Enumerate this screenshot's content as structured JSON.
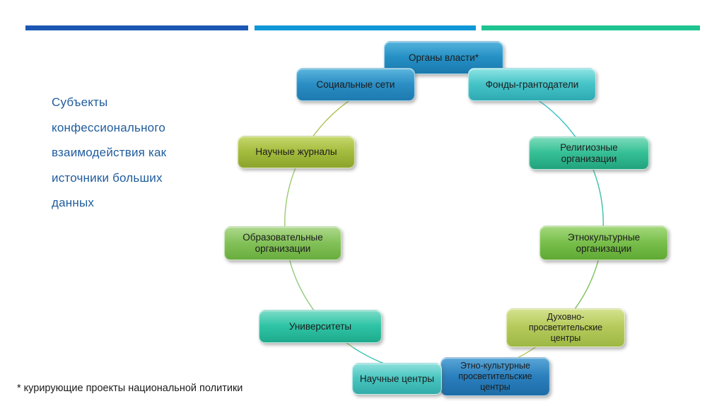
{
  "slide": {
    "background": "#ffffff",
    "top_bars": [
      {
        "name": "bar-dark-blue",
        "color": "#1c57b5"
      },
      {
        "name": "bar-light-blue",
        "color": "#0f97d7"
      },
      {
        "name": "bar-green",
        "color": "#1ec48f"
      }
    ],
    "title": {
      "color": "#1f5c9d",
      "line1": "Субъекты",
      "line2": "конфессионального",
      "line3": "взаимодействия как",
      "line4": "источники больших",
      "line5": "данных"
    },
    "footnote": "* курирующие проекты национальной политики"
  },
  "diagram": {
    "text_color": "#1c1c1c",
    "nodes": [
      {
        "id": "organy-vlasti",
        "label": "Органы власти*",
        "color_top": "#55b3dc",
        "color_main": "#2590c5",
        "color_bottom": "#1a79ad"
      },
      {
        "id": "socialnye-seti",
        "label": "Социальные сети",
        "color_top": "#5cb6de",
        "color_main": "#2b8ec4",
        "color_bottom": "#1d7ab0"
      },
      {
        "id": "fondy-grantodateli",
        "label": "Фонды-грантодатели",
        "color_top": "#8fe4e4",
        "color_main": "#45c4c8",
        "color_bottom": "#2fa9b2"
      },
      {
        "id": "nauchnye-zhurnaly",
        "label": "Научные журналы",
        "color_top": "#c6d86d",
        "color_main": "#a4bc3e",
        "color_bottom": "#8aa52c"
      },
      {
        "id": "religioznye-organizacii",
        "label": "Религиозные\nорганизации",
        "color_top": "#7edcbc",
        "color_main": "#36c096",
        "color_bottom": "#21a37d"
      },
      {
        "id": "obrazovatelnye-organizacii",
        "label": "Образовательные\nорганизации",
        "color_top": "#aed98d",
        "color_main": "#83c159",
        "color_bottom": "#69ad3e"
      },
      {
        "id": "etnokulturnye-organizacii",
        "label": "Этнокультурные\nорганизации",
        "color_top": "#a5d97e",
        "color_main": "#79bf4b",
        "color_bottom": "#5fa934"
      },
      {
        "id": "universitety",
        "label": "Университеты",
        "color_top": "#7cdcc8",
        "color_main": "#2ec4a5",
        "color_bottom": "#1fa98c"
      },
      {
        "id": "duhovno-prosvetitelskie-centry",
        "label": "Духовно-\nпросветительские\nцентры",
        "color_top": "#d4e28c",
        "color_main": "#b5c95b",
        "color_bottom": "#9db844"
      },
      {
        "id": "nauchnye-centry",
        "label": "Научные центры",
        "color_top": "#8ee0dc",
        "color_main": "#48c5c0",
        "color_bottom": "#33aca8"
      },
      {
        "id": "etno-kulturnye-prosvetitelskie-centry",
        "label": "Этно-культурные\nпросветительские\nцентры",
        "color_top": "#5aa6d6",
        "color_main": "#2b80be",
        "color_bottom": "#1d6ca6"
      }
    ],
    "ring_segment_colors": [
      "#45c4c8",
      "#3ec2c6",
      "#3cbfa6",
      "#7cc25c",
      "#b5c85f",
      "#9ccb63",
      "#3ec2b4",
      "#8fcb7b",
      "#9bcb6e",
      "#aec157",
      "#aec157"
    ]
  }
}
